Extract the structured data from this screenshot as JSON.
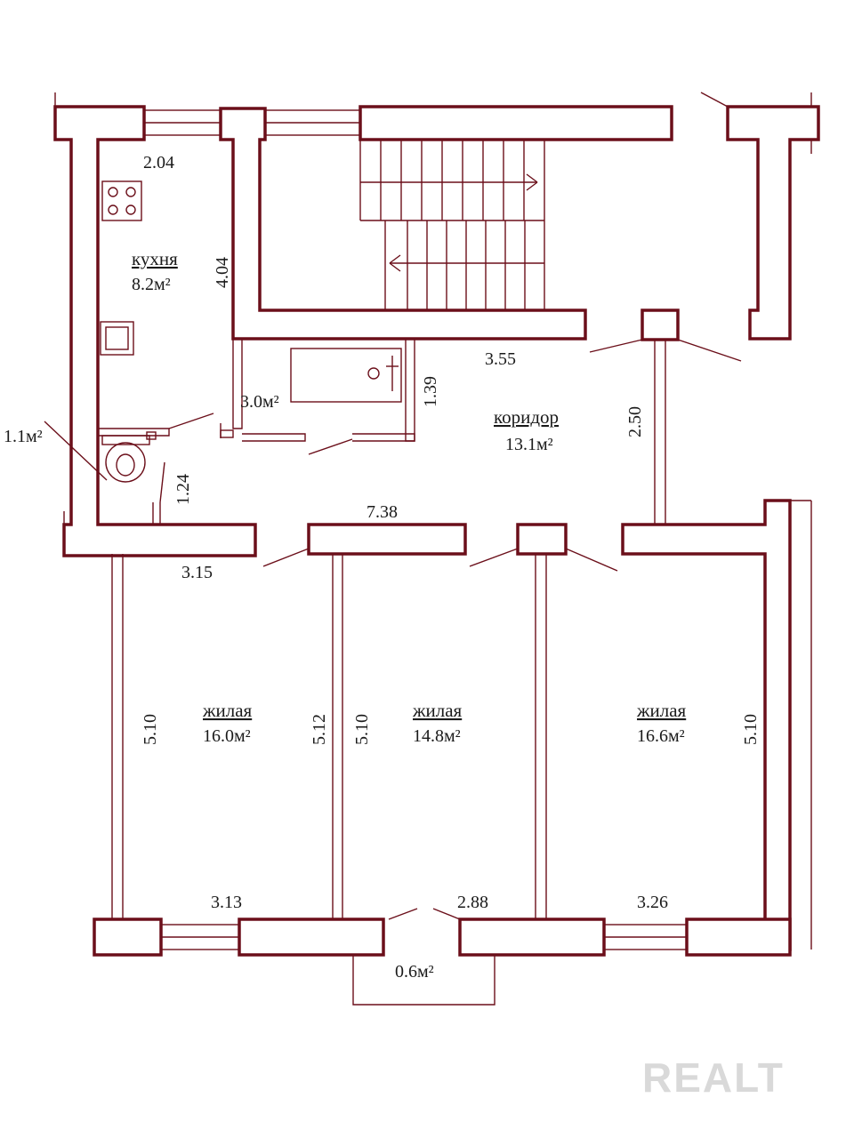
{
  "rooms": {
    "kitchen": {
      "name": "кухня",
      "area": "8.2м²"
    },
    "bathroom": {
      "area": "3.0м²"
    },
    "toilet": {
      "area": "1.1м²"
    },
    "corridor": {
      "name": "коридор",
      "area": "13.1м²"
    },
    "living_1": {
      "name": "жилая",
      "area": "16.0м²"
    },
    "living_2": {
      "name": "жилая",
      "area": "14.8м²"
    },
    "living_3": {
      "name": "жилая",
      "area": "16.6м²"
    },
    "balcony": {
      "area": "0.6м²"
    }
  },
  "dimensions": {
    "kitchen_width": "2.04",
    "kitchen_length": "4.04",
    "corridor_top": "3.55",
    "bath_height": "1.39",
    "corridor_right": "2.50",
    "toilet_height": "1.24",
    "corridor_length": "7.38",
    "corridor_left": "3.15",
    "living_1_left": "5.10",
    "living_1_right": "5.12",
    "living_2_left": "5.10",
    "living_3_right": "5.10",
    "living_1_width": "3.13",
    "living_2_width": "2.88",
    "living_3_width": "3.26"
  },
  "watermark": "REALT"
}
